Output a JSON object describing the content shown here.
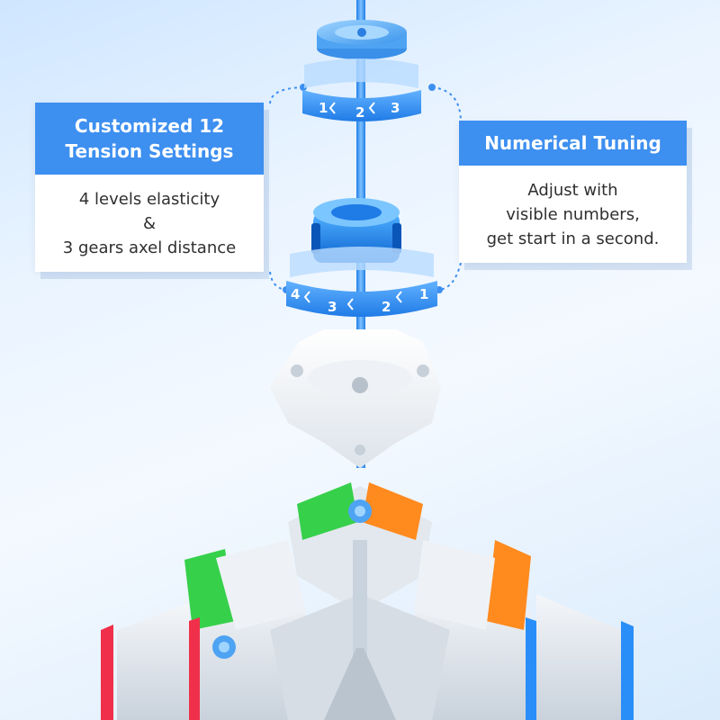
{
  "left_card": {
    "title_line1": "Customized 12",
    "title_line2": "Tension Settings",
    "line1": "4 levels elasticity",
    "line2": "&",
    "line3": "3 gears axel distance"
  },
  "right_card": {
    "title": "Numerical Tuning",
    "line1": "Adjust with",
    "line2": "visible numbers,",
    "line3": "get start in a second."
  },
  "upper_ring": {
    "numbers": [
      "1",
      "2",
      "3"
    ]
  },
  "lower_ring": {
    "numbers": [
      "4",
      "3",
      "2",
      "1"
    ]
  },
  "colors": {
    "accent_blue": "#3d8ff0",
    "cube_red": "#f0304a",
    "cube_green": "#36d04a",
    "cube_orange": "#ff8a1e",
    "cube_blue": "#2a8ef8"
  }
}
